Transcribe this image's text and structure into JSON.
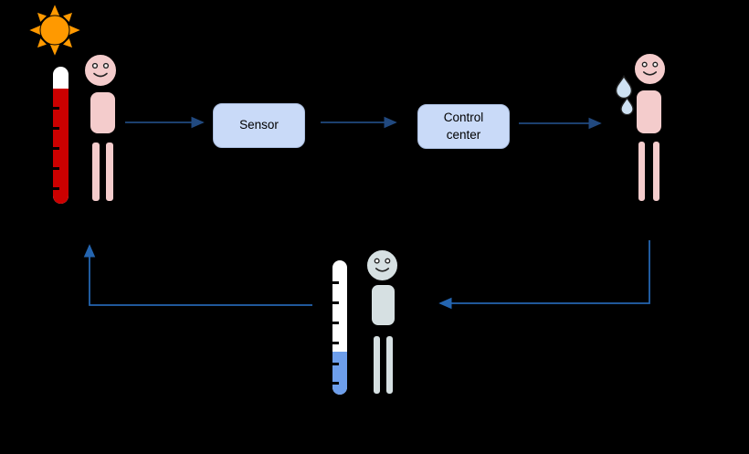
{
  "diagram": {
    "background": "#000000",
    "boxes": {
      "sensor": {
        "label": "Sensor"
      },
      "control_center": {
        "label": "Control center"
      }
    },
    "colors": {
      "box_fill": "#c9daf8",
      "box_text": "#000000",
      "arrow_forward": "#21497f",
      "arrow_feedback": "#2465b0",
      "sun": "#ff9900",
      "hot_mercury": "#cc0000",
      "cold_mercury": "#6d9eeb",
      "thermometer_tube": "#ffffff",
      "hot_person_skin": "#f4cccc",
      "cool_person_skin": "#d6e0e2",
      "sweat_drop": "#cfe2f3",
      "outline": "#000000"
    },
    "icons": [
      "sun-icon",
      "thermometer-hot-icon",
      "hot-person-figure",
      "sweating-person-figure",
      "sweat-drop-icon",
      "thermometer-cold-icon",
      "cool-person-figure",
      "arrow-icon"
    ]
  }
}
